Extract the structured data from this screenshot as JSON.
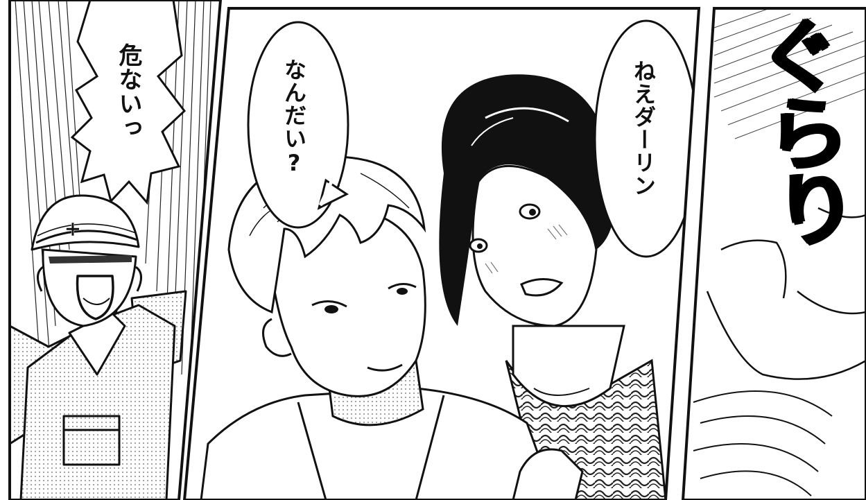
{
  "dialogue": {
    "worker_shout": "危ないっ",
    "man_reply": "なんだい?",
    "woman_line": "ねえダーリン"
  },
  "sound_effect": {
    "text": "ぐらり"
  },
  "badges": {
    "helmet_mark": "+"
  }
}
